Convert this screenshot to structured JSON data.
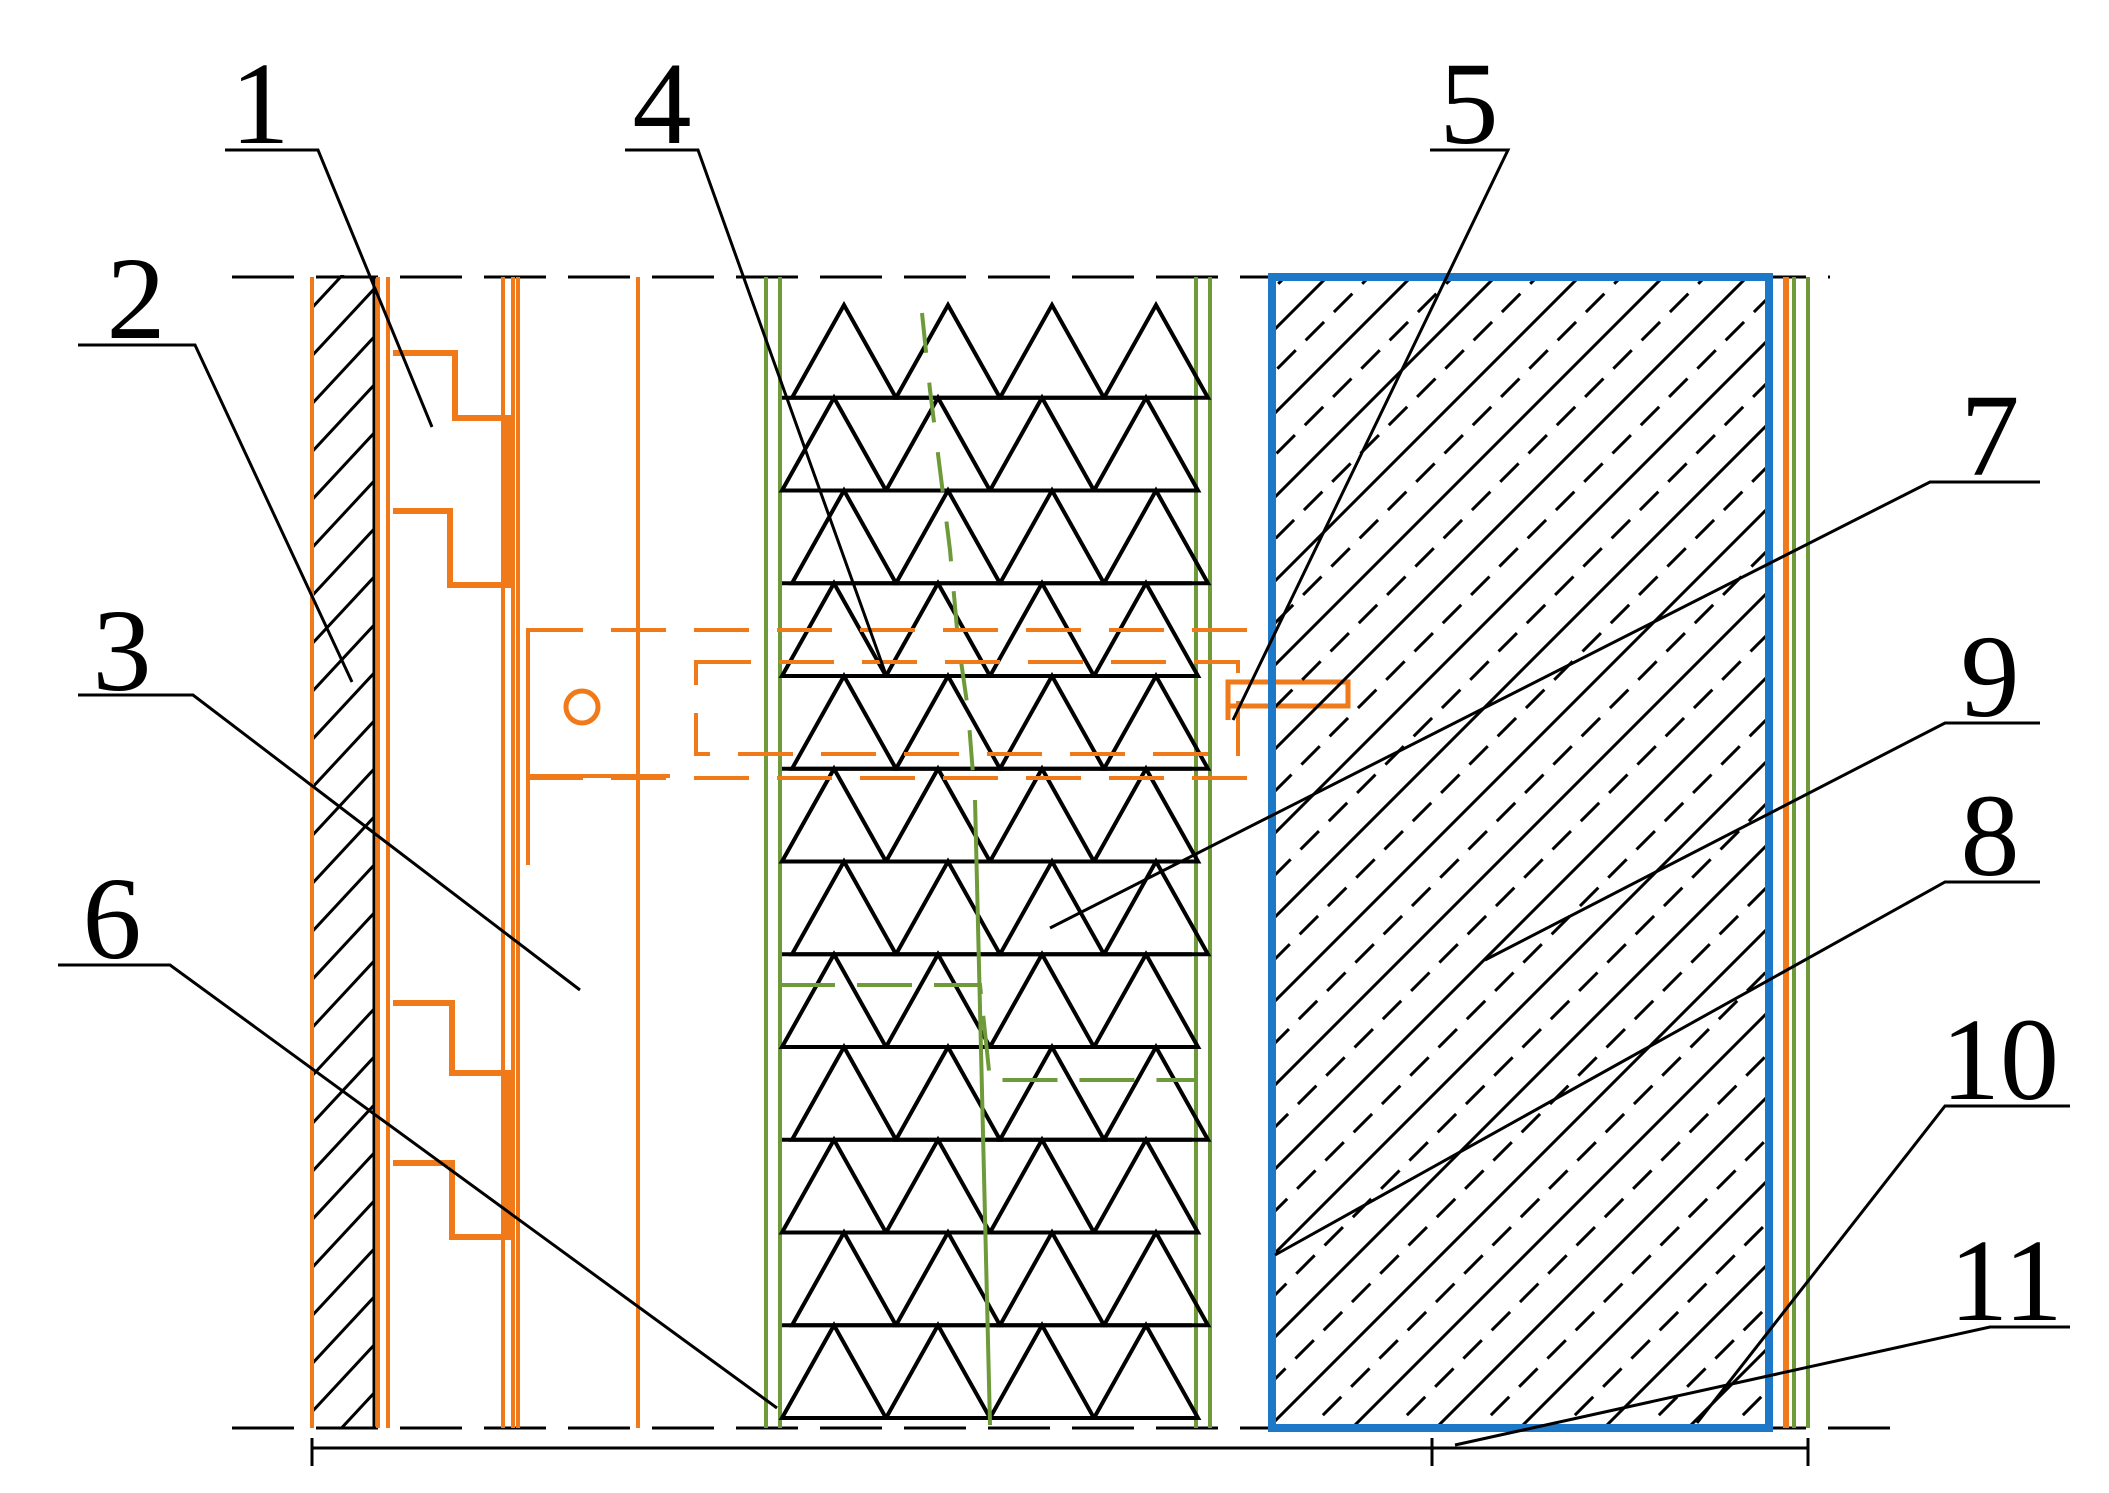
{
  "labels": {
    "l1": "1",
    "l2": "2",
    "l3": "3",
    "l4": "4",
    "l5": "5",
    "l6": "6",
    "l7": "7",
    "l8": "8",
    "l9": "9",
    "l10": "10",
    "l11": "11"
  },
  "colors": {
    "line": "#000000",
    "orange": "#f07a1a",
    "green": "#6e9a3a",
    "blue": "#1e78c8"
  }
}
